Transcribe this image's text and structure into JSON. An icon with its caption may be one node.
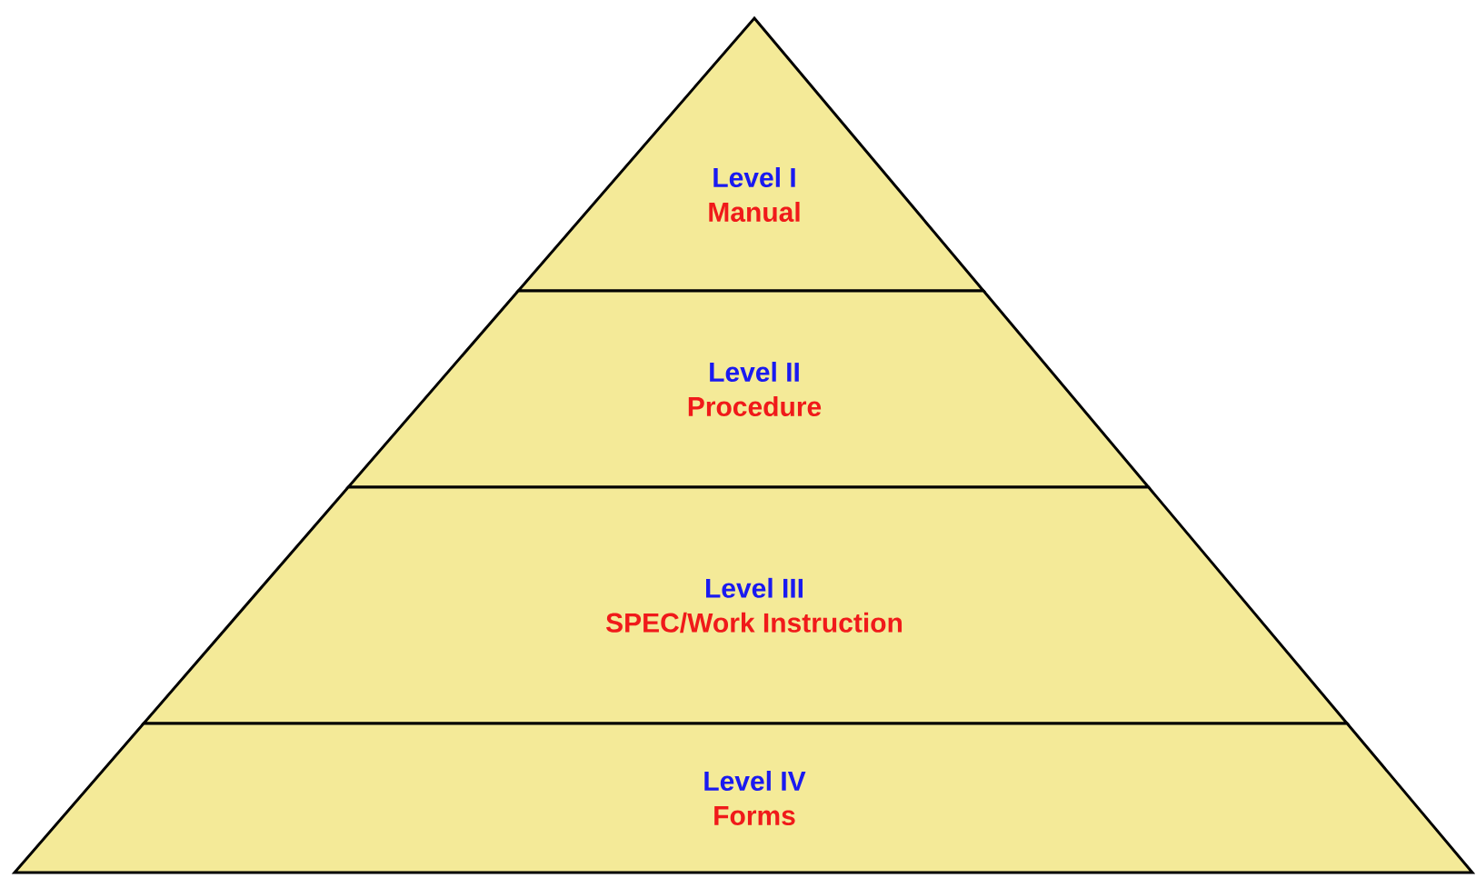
{
  "diagram": {
    "nodes": [
      {
        "text": [
          "Level I",
          "Manual"
        ]
      },
      {
        "text": [
          "Level II",
          "Procedure"
        ]
      },
      {
        "text": [
          "Level III",
          "SPEC/Work Instruction"
        ]
      },
      {
        "text": [
          "Level IV",
          "Forms"
        ]
      }
    ]
  }
}
